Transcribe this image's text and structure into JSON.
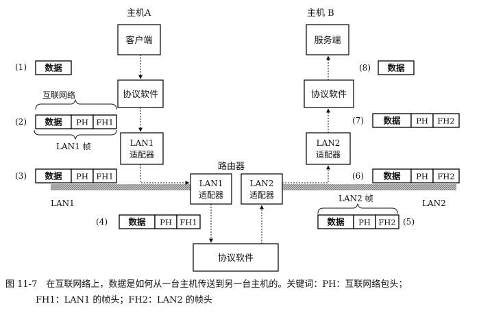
{
  "hosts": {
    "a_title": "主机A",
    "b_title": "主机 B",
    "client": "客户端",
    "server": "服务端",
    "protocol_software": "协议软件",
    "lan1_adapter": [
      "LAN1",
      "适配器"
    ],
    "lan2_adapter": [
      "LAN2",
      "适配器"
    ]
  },
  "router": {
    "title": "路由器",
    "lan1_adapter": [
      "LAN1",
      "适配器"
    ],
    "lan2_adapter": [
      "LAN2",
      "适配器"
    ],
    "protocol_software": "协议软件"
  },
  "networks": {
    "lan1": "LAN1",
    "lan2": "LAN2"
  },
  "annotations": {
    "internet_packet": "互联网络",
    "lan1_frame": "LAN1 帧",
    "lan2_frame": "LAN2 帧"
  },
  "steps": {
    "s1": {
      "label": "(1)",
      "fields": [
        "数据"
      ]
    },
    "s2": {
      "label": "(2)",
      "fields": [
        "数据",
        "PH",
        "FH1"
      ]
    },
    "s3": {
      "label": "(3)",
      "fields": [
        "数据",
        "PH",
        "FH1"
      ]
    },
    "s4": {
      "label": "(4)",
      "fields": [
        "数据",
        "PH",
        "FH1"
      ]
    },
    "s5": {
      "label": "(5)",
      "fields": [
        "数据",
        "PH",
        "FH2"
      ]
    },
    "s6": {
      "label": "(6)",
      "fields": [
        "数据",
        "PH",
        "FH2"
      ]
    },
    "s7": {
      "label": "(7)",
      "fields": [
        "数据",
        "PH",
        "FH2"
      ]
    },
    "s8": {
      "label": "(8)",
      "fields": [
        "数据"
      ]
    }
  },
  "caption": {
    "line1": "图 11-7　在互联网络上，数据是如何从一台主机传送到另一台主机的。关键词：PH：互联网络包头；",
    "line2": "FH1：LAN1 的帧头；FH2：LAN2 的帧头"
  }
}
